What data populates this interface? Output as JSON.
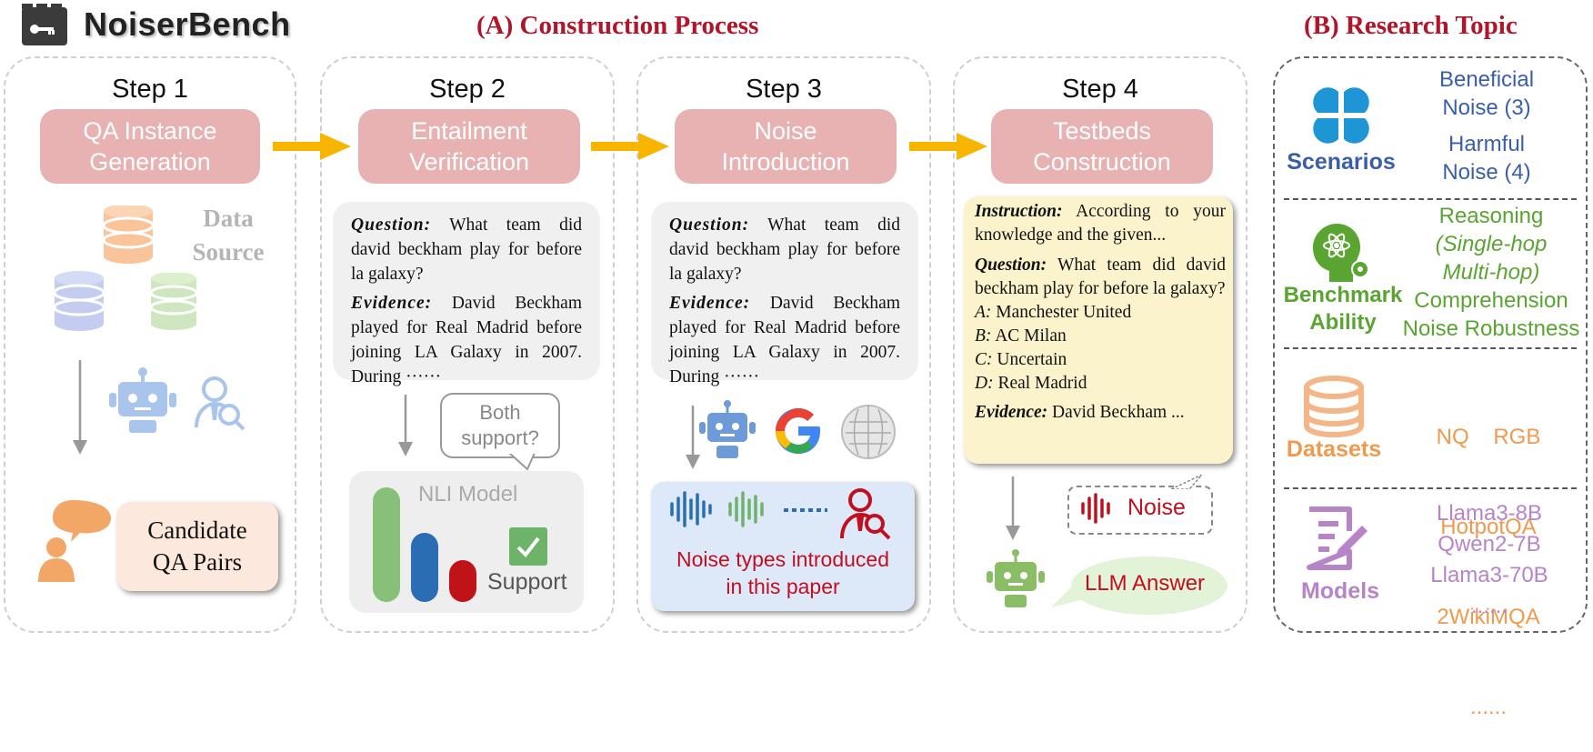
{
  "header": {
    "brand": "NoiserBench",
    "section_a": "(A) Construction Process",
    "section_b": "(B) Research Topic"
  },
  "step1": {
    "label": "Step 1",
    "title_l1": "QA Instance",
    "title_l2": "Generation",
    "data_source_l1": "Data",
    "data_source_l2": "Source",
    "candidate_l1": "Candidate",
    "candidate_l2": "QA Pairs"
  },
  "step2": {
    "label": "Step 2",
    "title_l1": "Entailment",
    "title_l2": "Verification",
    "question_label": "Question:",
    "question_text": " What team did david beckham play for before la galaxy?",
    "evidence_label": "Evidence:",
    "evidence_text": " David Beckham played for Real Madrid before joining LA Galaxy in 2007. During ······",
    "bubble_l1": "Both",
    "bubble_l2": "support?",
    "nli_title": "NLI Model",
    "support_label": "Support"
  },
  "step3": {
    "label": "Step 3",
    "title_l1": "Noise",
    "title_l2": "Introduction",
    "question_label": "Question:",
    "question_text": " What team did david beckham play for before la galaxy?",
    "evidence_label": "Evidence:",
    "evidence_text": " David Beckham played for Real Madrid before joining LA Galaxy in 2007. During ······",
    "noise_l1": "Noise types introduced",
    "noise_l2": "in this paper"
  },
  "step4": {
    "label": "Step 4",
    "title_l1": "Testbeds",
    "title_l2": "Construction",
    "instruction_label": "Instruction:",
    "instruction_text": " According to your knowledge and the given...",
    "question_label": "Question:",
    "question_text": " What team did david beckham play for before la galaxy?",
    "options": [
      {
        "key": "A:",
        "text": " Manchester United"
      },
      {
        "key": "B:",
        "text": " AC Milan"
      },
      {
        "key": "C:",
        "text": " Uncertain"
      },
      {
        "key": "D:",
        "text": " Real Madrid"
      }
    ],
    "evidence_label": "Evidence:",
    "evidence_text": " David Beckham ...",
    "noise_label": "Noise",
    "answer_label": "LLM Answer"
  },
  "research": {
    "scenarios": {
      "label": "Scenarios",
      "items": [
        "Beneficial",
        "Noise (3)",
        "Harmful",
        "Noise (4)"
      ]
    },
    "ability": {
      "label_l1": "Benchmark",
      "label_l2": "Ability",
      "items": [
        "Reasoning",
        "(Single-hop",
        "Multi-hop)",
        "Comprehension",
        "Noise Robustness"
      ]
    },
    "datasets": {
      "label": "Datasets",
      "items": [
        "NQ    RGB",
        "HotpotQA",
        "2WikiMQA",
        "......"
      ]
    },
    "models": {
      "label": "Models",
      "items": [
        "Llama3-8B",
        "Qwen2-7B",
        "Llama3-70B",
        "......"
      ]
    }
  },
  "colors": {
    "section_title": "#b0152a",
    "pill": "#e8b2b2",
    "arrow": "#f7b500",
    "scenarios": "#3a5fa8",
    "ability": "#5aa532",
    "datasets": "#ef9a4e",
    "models": "#b784c8",
    "noise_red": "#c0101f"
  }
}
